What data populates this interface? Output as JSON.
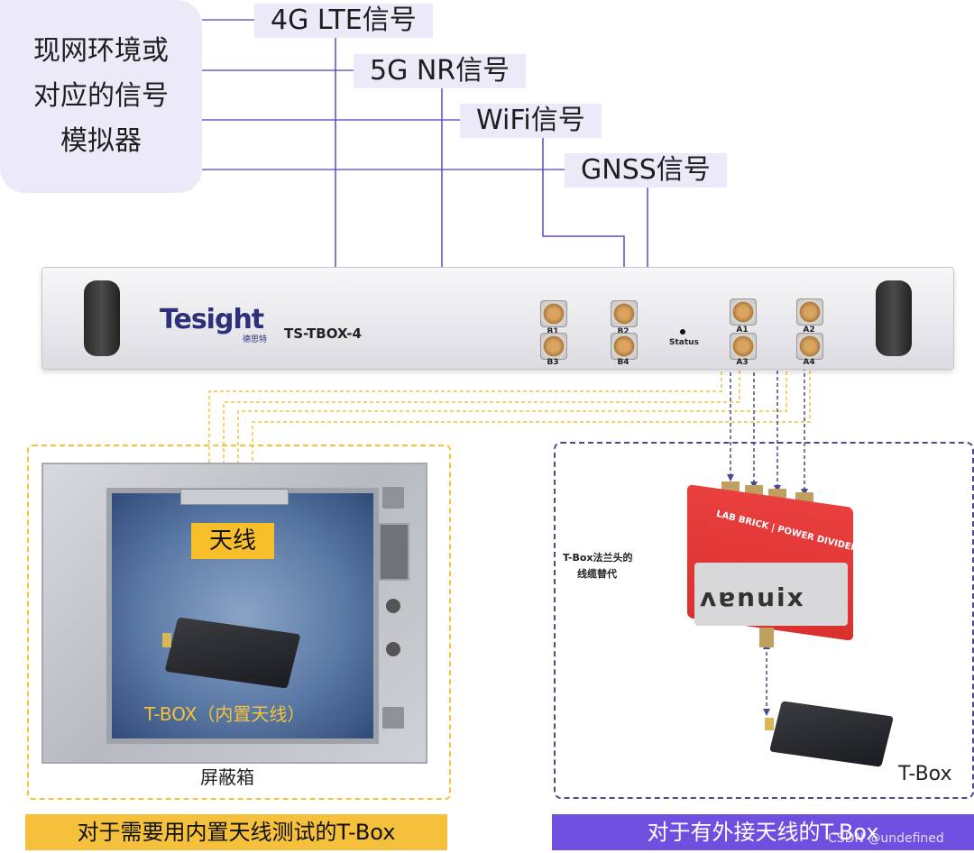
{
  "source": {
    "text": "现网环境或\n对应的信号\n模拟器"
  },
  "signals": [
    {
      "label": "4G LTE信号"
    },
    {
      "label": "5G NR信号"
    },
    {
      "label": "WiFi信号"
    },
    {
      "label": "GNSS信号"
    }
  ],
  "rack": {
    "brand": "Tesight",
    "brand_sub": "德思特",
    "model": "TS-TBOX-4",
    "status_label": "Status",
    "ports": [
      "B1",
      "B2",
      "B3",
      "B4",
      "A1",
      "A2",
      "A3",
      "A4"
    ]
  },
  "chamber": {
    "antenna_label": "天线",
    "tbox_label": "T-BOX（内置天线）",
    "label": "屏蔽箱"
  },
  "divider": {
    "brand": "ʌɐnuix",
    "text": "LAB BRICK | POWER DIVIDER",
    "flange_note_1": "T-Box法兰头的",
    "flange_note_2": "线缆替代"
  },
  "tbox_ext_label": "T-Box",
  "footer": {
    "left": "对于需要用内置天线测试的T-Box",
    "right": "对于有外接天线的T-Box"
  },
  "watermark": "CSDN @undefined",
  "colors": {
    "accent_purple": "#6e4fe0",
    "accent_yellow": "#f5c13d",
    "bubble": "#ece9f9",
    "line_purple": "#5a4ad0"
  }
}
